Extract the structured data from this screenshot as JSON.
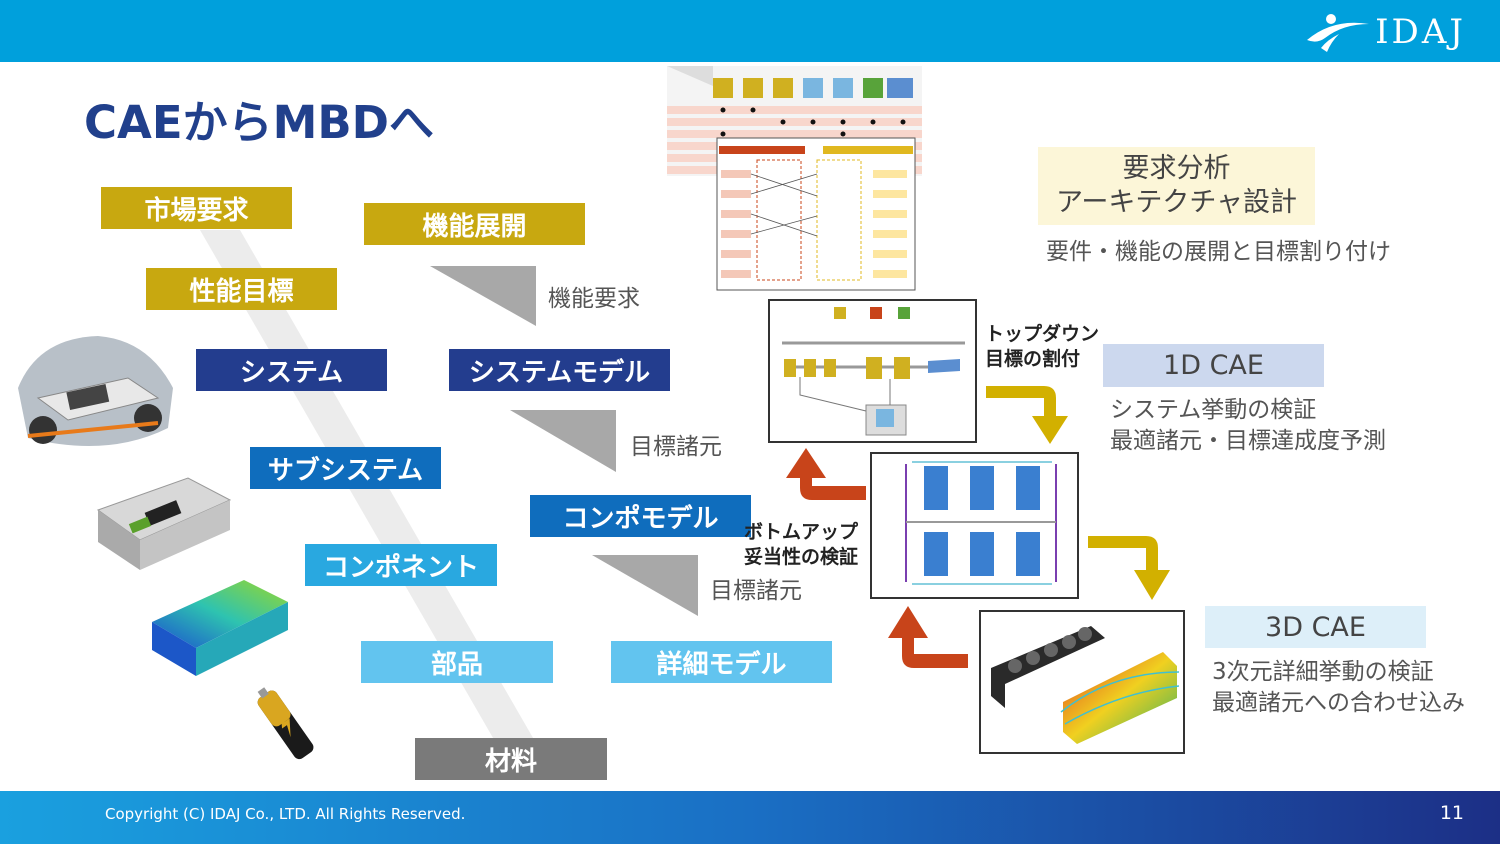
{
  "logo": {
    "text": "IDAJ"
  },
  "title": "CAEからMBDへ",
  "vmodel": {
    "left_boxes": [
      "市場要求",
      "性能目標",
      "システム",
      "サブシステム",
      "コンポネント",
      "部品",
      "材料"
    ],
    "right_boxes": [
      "機能展開",
      "システムモデル",
      "コンポモデル",
      "詳細モデル"
    ],
    "labels": [
      "機能要求",
      "目標諸元",
      "目標諸元"
    ]
  },
  "flow": {
    "topdown": [
      "トップダウン",
      "目標の割付"
    ],
    "bottomup": [
      "ボトムアップ",
      "妥当性の検証"
    ]
  },
  "panels": {
    "requirements": {
      "heading": [
        "要求分析",
        "アーキテクチャ設計"
      ],
      "desc": "要件・機能の展開と目標割り付け"
    },
    "cae1d": {
      "heading": "1D CAE",
      "desc": [
        "システム挙動の検証",
        "最適諸元・目標達成度予測"
      ]
    },
    "cae3d": {
      "heading": "3D CAE",
      "desc": [
        "3次元詳細挙動の検証",
        "最適諸元への合わせ込み"
      ]
    }
  },
  "colors": {
    "gold": "#c8a810",
    "navy": "#233d8e",
    "blue": "#0f6dbd",
    "sky": "#29a8e0",
    "light_sky": "#62c4ef",
    "gray": "#7a7a7a",
    "arrow_gold": "#d2b000",
    "arrow_red": "#c8441a"
  },
  "footer": {
    "copyright": "Copyright (C) IDAJ Co., LTD. All Rights Reserved.",
    "page": "11"
  }
}
